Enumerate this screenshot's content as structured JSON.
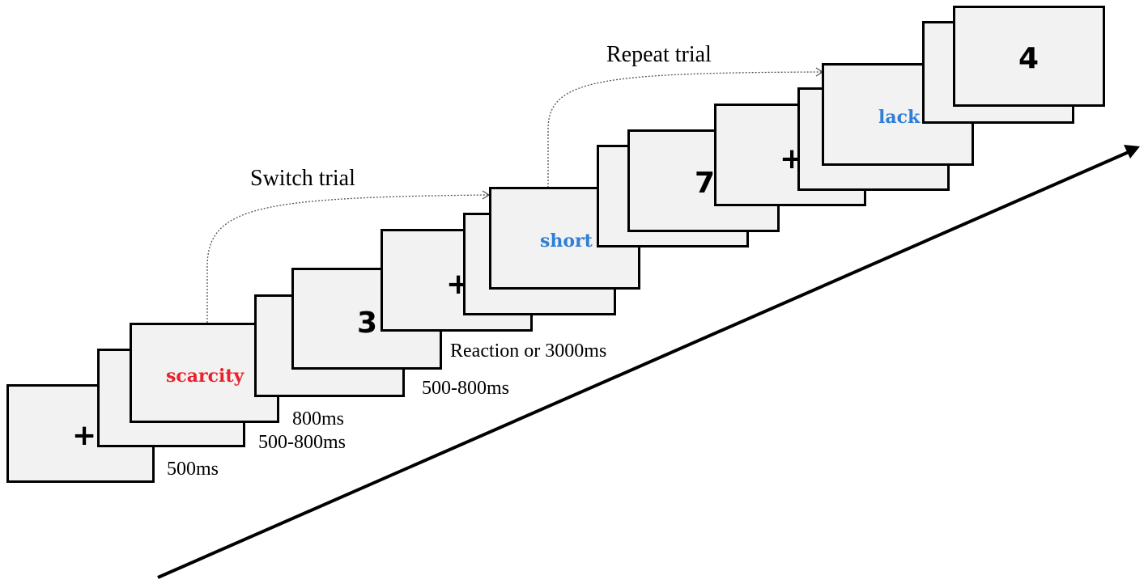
{
  "stimuli": {
    "fixation_1": "+",
    "cue_1": "scarcity",
    "digit_1": "3",
    "fixation_2": "+",
    "cue_2": "short",
    "digit_2": "7",
    "fixation_3": "+",
    "cue_3": "lack",
    "digit_3": "4"
  },
  "durations": {
    "fixation": "500ms",
    "blank": "500-800ms",
    "cue": "800ms",
    "blank_2": "500-800ms",
    "response": "Reaction or 3000ms"
  },
  "trial_labels": {
    "switch": "Switch trial",
    "repeat": "Repeat trial"
  },
  "colors": {
    "cue_switch": "#e8232a",
    "cue_repeat": "#2f7fd6",
    "frame_fill": "#f2f2f2",
    "frame_border": "#000000"
  }
}
